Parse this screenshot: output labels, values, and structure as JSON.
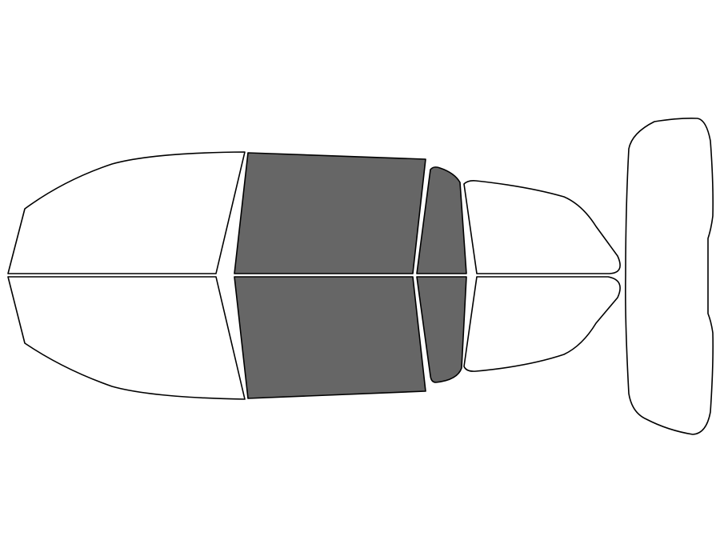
{
  "colors": {
    "background": "#ffffff",
    "outline": "#000000",
    "selected_fill": "#666666",
    "unselected_fill": "#ffffff"
  },
  "windows": [
    {
      "id": "windshield-upper",
      "selected": false
    },
    {
      "id": "windshield-lower",
      "selected": false
    },
    {
      "id": "front-door-upper",
      "selected": true
    },
    {
      "id": "front-door-lower",
      "selected": true
    },
    {
      "id": "rear-door-upper",
      "selected": true
    },
    {
      "id": "rear-door-lower",
      "selected": true
    },
    {
      "id": "quarter-upper",
      "selected": false
    },
    {
      "id": "quarter-lower",
      "selected": false
    },
    {
      "id": "rear-window",
      "selected": false
    }
  ]
}
